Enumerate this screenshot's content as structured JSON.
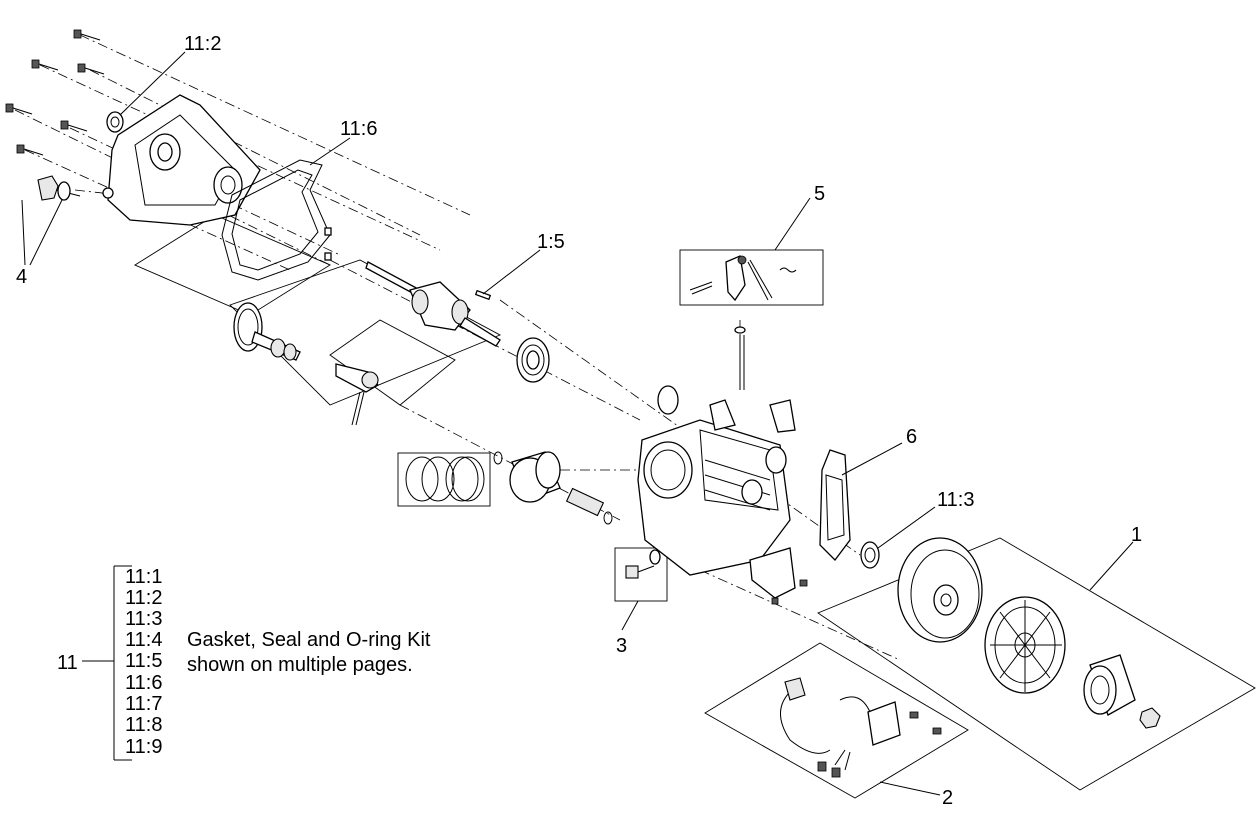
{
  "callouts": {
    "c11_2": "11:2",
    "c11_6": "11:6",
    "c4": "4",
    "c1_5": "1:5",
    "c5": "5",
    "c6": "6",
    "c11_3": "11:3",
    "c1": "1",
    "c3": "3",
    "c2": "2"
  },
  "kit": {
    "number": "11",
    "items": [
      "11:1",
      "11:2",
      "11:3",
      "11:4",
      "11:5",
      "11:6",
      "11:7",
      "11:8",
      "11:9"
    ],
    "note_line1": "Gasket, Seal and O-ring Kit",
    "note_line2": "shown on multiple pages."
  }
}
